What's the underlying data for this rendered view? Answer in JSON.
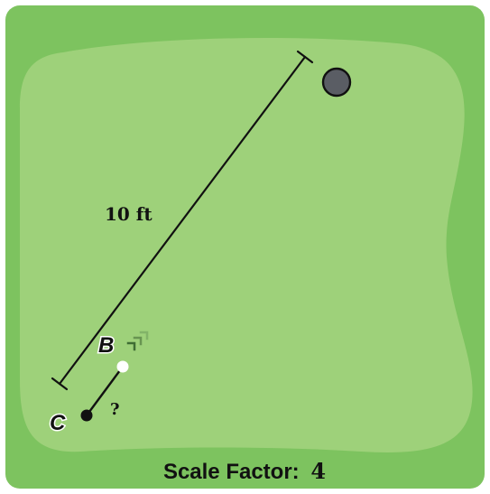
{
  "colors": {
    "outer_green": "#7dc35f",
    "inner_green": "#9ed17a",
    "line": "#111111",
    "hole_fill": "#5a5d64",
    "ball_fill": "#ffffff",
    "label_outline": "#ffffff",
    "chevron": "#5e8a4a"
  },
  "diagram": {
    "distance_label": "10 ft",
    "point_b_label": "B",
    "point_c_label": "C",
    "unknown_label": "?",
    "scale_factor_label": "Scale Factor:",
    "scale_factor_value": "4"
  },
  "icons": {
    "hole": "golf-hole-icon",
    "ball": "golf-ball-icon",
    "direction": "chevrons-up-right-icon"
  }
}
